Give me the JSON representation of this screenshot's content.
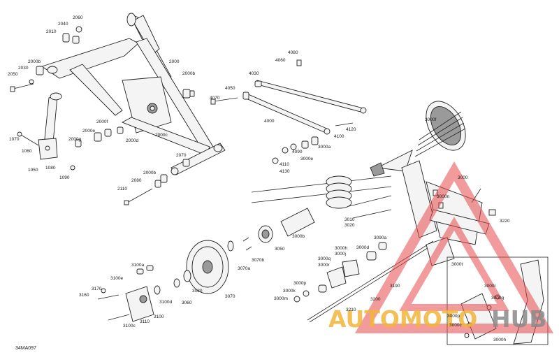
{
  "diagram": {
    "reference_code": "34MA097",
    "callouts": [
      {
        "text": "2060"
      },
      {
        "text": "2040"
      },
      {
        "text": "2010"
      },
      {
        "text": "2000b"
      },
      {
        "text": "2030"
      },
      {
        "text": "2050"
      },
      {
        "text": "2000"
      },
      {
        "text": "2000b"
      },
      {
        "text": "1070"
      },
      {
        "text": "1060"
      },
      {
        "text": "1050"
      },
      {
        "text": "1080"
      },
      {
        "text": "1090"
      },
      {
        "text": "2000e"
      },
      {
        "text": "2000f"
      },
      {
        "text": "2000g"
      },
      {
        "text": "2000c"
      },
      {
        "text": "2000d"
      },
      {
        "text": "2070"
      },
      {
        "text": "2000b"
      },
      {
        "text": "2080"
      },
      {
        "text": "2110"
      },
      {
        "text": "4080"
      },
      {
        "text": "4060"
      },
      {
        "text": "4030"
      },
      {
        "text": "4050"
      },
      {
        "text": "4070"
      },
      {
        "text": "4000"
      },
      {
        "text": "4120"
      },
      {
        "text": "4100"
      },
      {
        "text": "3000a"
      },
      {
        "text": "4090"
      },
      {
        "text": "4110"
      },
      {
        "text": "3000e"
      },
      {
        "text": "4130"
      },
      {
        "text": "3000f"
      },
      {
        "text": "3000"
      },
      {
        "text": "3000n"
      },
      {
        "text": "3220"
      },
      {
        "text": "3010"
      },
      {
        "text": "3020"
      },
      {
        "text": "3000b"
      },
      {
        "text": "3050"
      },
      {
        "text": "3070b"
      },
      {
        "text": "3070a"
      },
      {
        "text": "3000h"
      },
      {
        "text": "3000j"
      },
      {
        "text": "3000d"
      },
      {
        "text": "3090a"
      },
      {
        "text": "3000q"
      },
      {
        "text": "3000r"
      },
      {
        "text": "3000p"
      },
      {
        "text": "3000k"
      },
      {
        "text": "3000m"
      },
      {
        "text": "3190"
      },
      {
        "text": "3200"
      },
      {
        "text": "3210"
      },
      {
        "text": "3100a"
      },
      {
        "text": "3100e"
      },
      {
        "text": "3170"
      },
      {
        "text": "3160"
      },
      {
        "text": "3100d"
      },
      {
        "text": "3080"
      },
      {
        "text": "3060"
      },
      {
        "text": "3070"
      },
      {
        "text": "3100c"
      },
      {
        "text": "3110"
      },
      {
        "text": "3100"
      },
      {
        "text": "3000l"
      },
      {
        "text": "3000t"
      },
      {
        "text": "3000g"
      },
      {
        "text": "3000p"
      },
      {
        "text": "3000c"
      },
      {
        "text": "3000h"
      }
    ]
  },
  "watermark": {
    "text_primary": "AUTOMOTO",
    "text_secondary": "HUB",
    "color_triangle": "#e6494a",
    "color_primary": "#f2b43a",
    "color_secondary": "#8a8a8a"
  }
}
